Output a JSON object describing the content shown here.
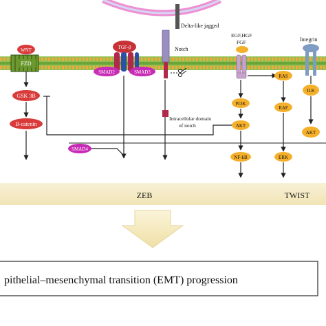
{
  "labels": {
    "delta_ligand": "Delta-like jagged",
    "notch": "Notch",
    "growth_factors_line1": "EGF,HGF",
    "growth_factors_line2": "FGF",
    "integrin": "Integrin",
    "wnt": "WNT",
    "fzd": "FZD",
    "tgf_beta": "TGF-β",
    "smad2": "SMAD2",
    "smad3": "SMAD3",
    "ras": "RAS",
    "raf": "RAF",
    "erk": "ERK",
    "pi3k": "PI3K",
    "akt_1": "AKT",
    "nfkb": "NF-kB",
    "ilk": "ILK",
    "akt_2": "AKT",
    "gsk3b": "GSK 3B",
    "beta_catenin": "B-catenin",
    "smad4": "SMAD4",
    "nicd_line1": "Intracellular domain",
    "nicd_line2": "of notch",
    "zeb": "ZEB",
    "twist": "TWIST",
    "emt_progression": "pithelial–mesenchymal transition (EMT) progression"
  },
  "colors": {
    "membrane_green": "#7cb342",
    "membrane_head": "#f2a83b",
    "top_membrane_head": "#ee8fd4",
    "red_node": "#d93a3a",
    "orange_node": "#f4b02a",
    "magenta_node": "#c82bb5",
    "tf_band": "#f7ecc7",
    "arrow_fill": "#f3e7b2",
    "emt_box_border": "#555555"
  },
  "icons": {
    "scissors": "scissors-icon"
  }
}
